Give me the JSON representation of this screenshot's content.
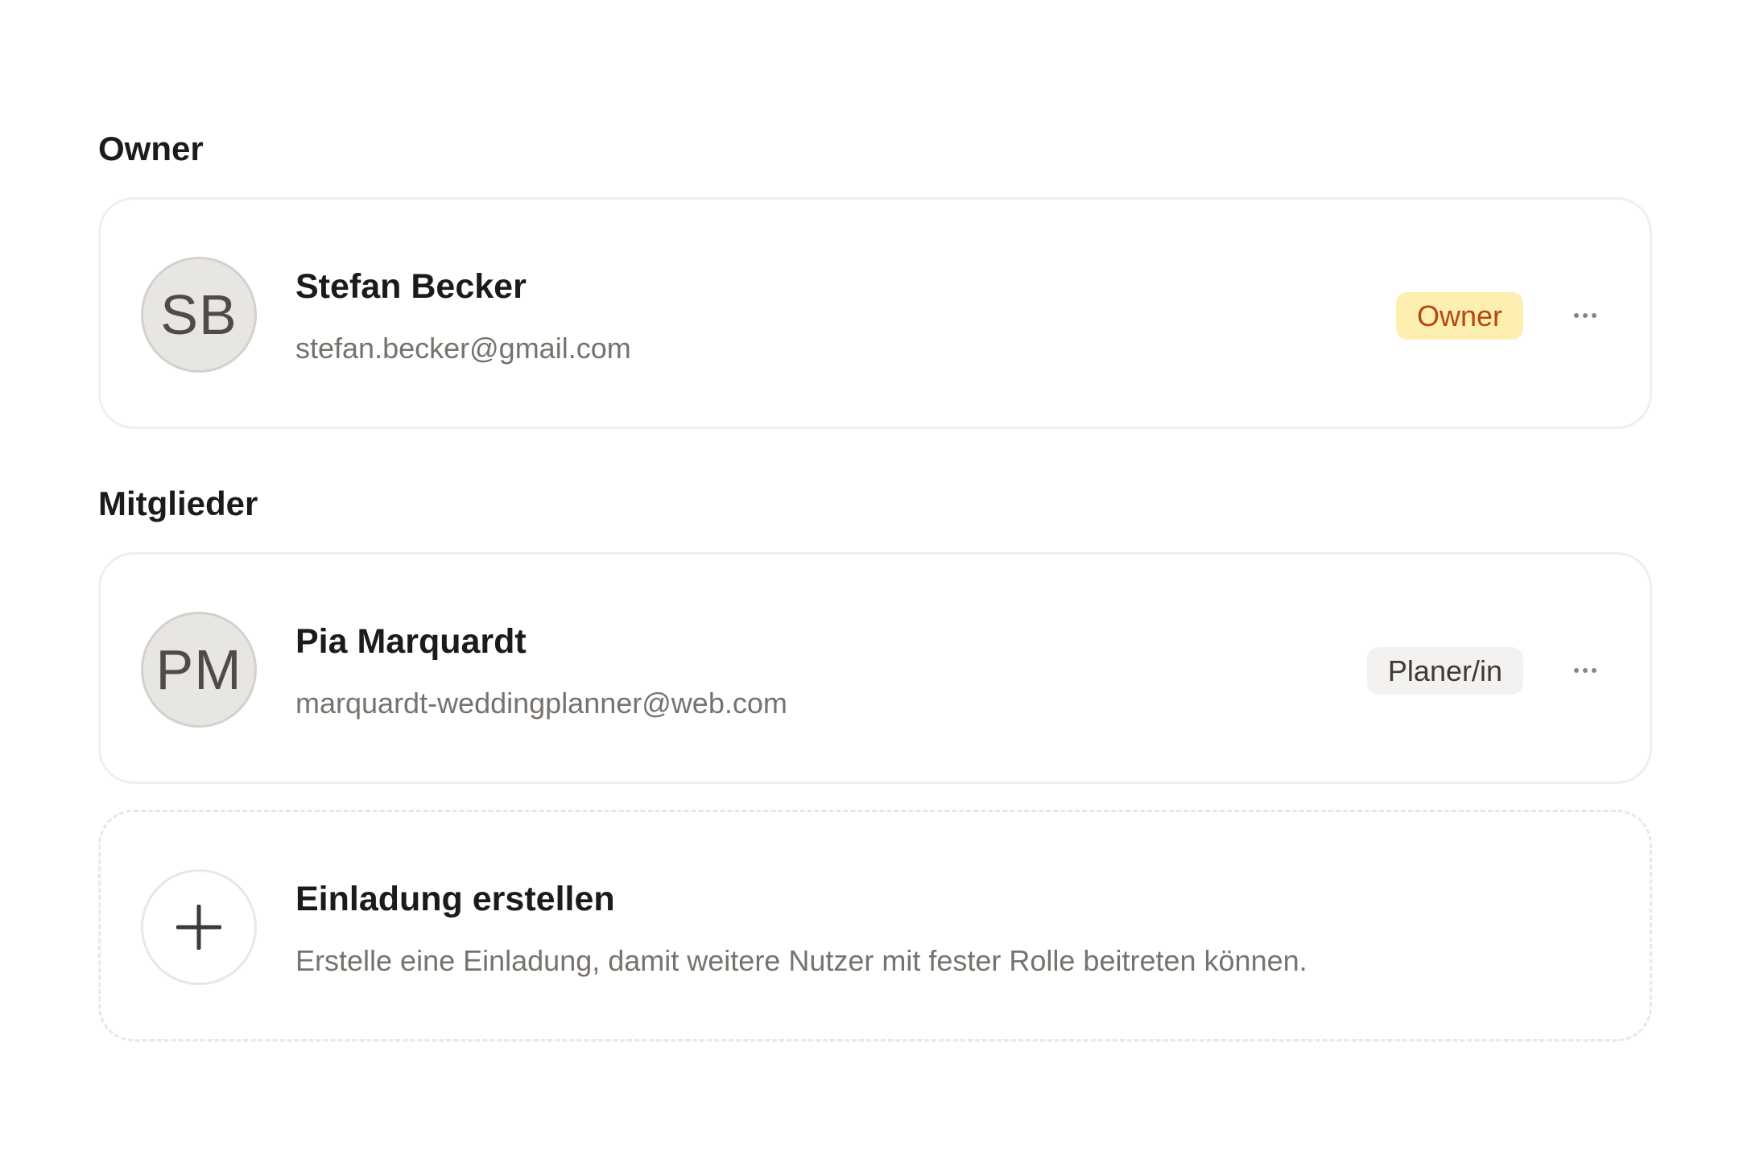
{
  "owner_section": {
    "title": "Owner",
    "member": {
      "initials": "SB",
      "name": "Stefan Becker",
      "email": "stefan.becker@gmail.com",
      "role": "Owner",
      "more_icon": "more-horizontal-icon"
    }
  },
  "members_section": {
    "title": "Mitglieder",
    "members": [
      {
        "initials": "PM",
        "name": "Pia Marquardt",
        "email": "marquardt-weddingplanner@web.com",
        "role": "Planer/in",
        "more_icon": "more-horizontal-icon"
      }
    ]
  },
  "invite": {
    "icon": "plus-icon",
    "title": "Einladung erstellen",
    "description": "Erstelle eine Einladung, damit weitere Nutzer mit fester Rolle beitreten können."
  },
  "colors": {
    "owner_badge_bg": "#fdefb0",
    "owner_badge_text": "#b5480f",
    "role_badge_bg": "#f3f2f0",
    "text_primary": "#1c1b1a",
    "text_secondary": "#77726c"
  }
}
